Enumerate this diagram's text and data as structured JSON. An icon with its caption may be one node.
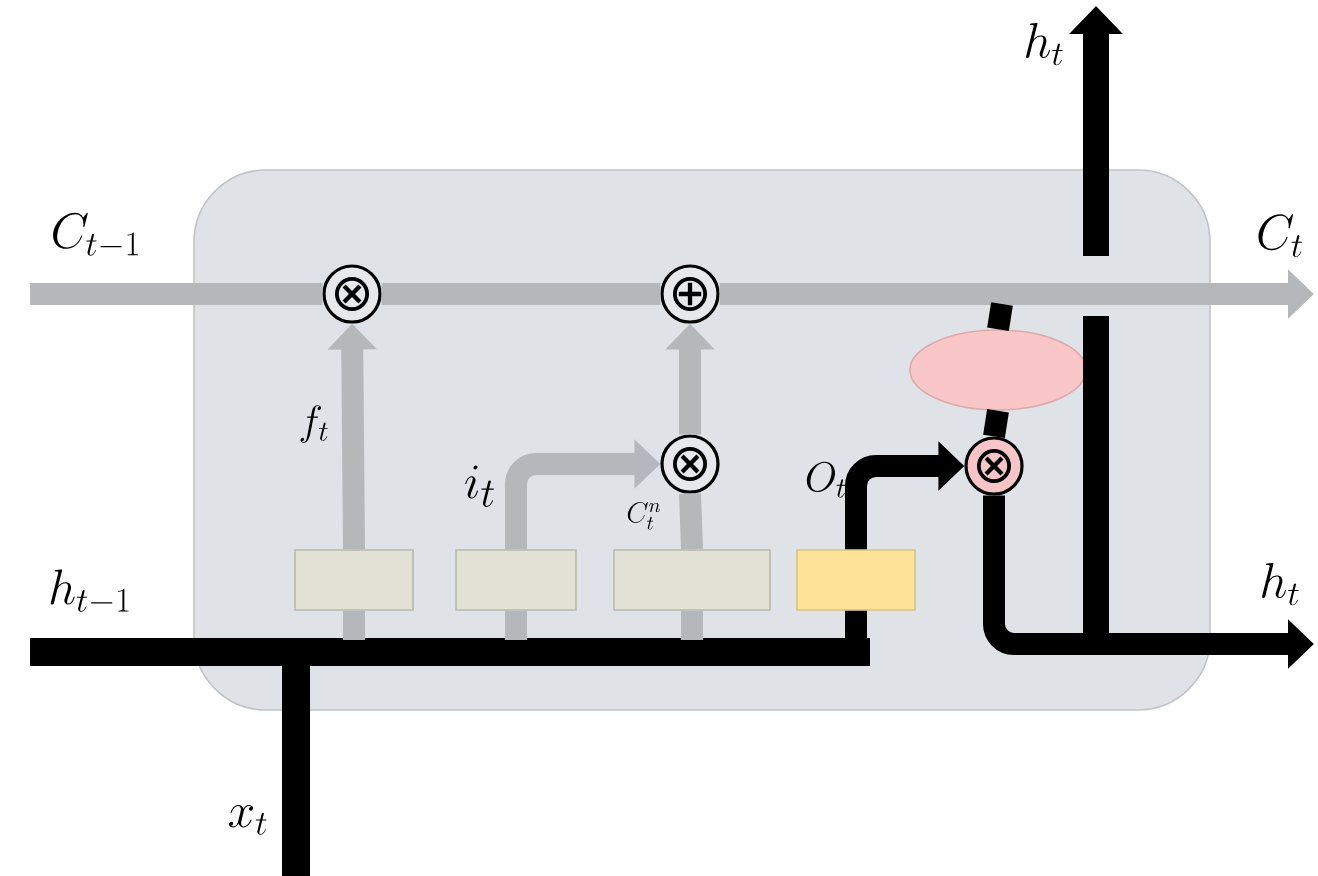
{
  "diagram": {
    "nodes": [
      {
        "text": [],
        "shape": "box"
      },
      {
        "text": [
          "⊗"
        ],
        "in": 0
      },
      {
        "text": [
          "⊕"
        ],
        "in": 0
      },
      {
        "text": [
          "⊗"
        ],
        "in": 0
      },
      {
        "text": [
          "⊗"
        ],
        "in": 0
      },
      {
        "text": [],
        "shape": "box",
        "in": 0
      },
      {
        "text": [],
        "shape": "box",
        "in": 0
      },
      {
        "text": [],
        "shape": "box",
        "in": 0
      },
      {
        "text": [],
        "shape": "box",
        "in": 0
      },
      {
        "text": [],
        "shape": "ellipse",
        "in": 0
      }
    ],
    "edges": [
      {
        "from": null,
        "to": 1,
        "arrow": "none",
        "label": "C_{t-1}"
      },
      {
        "from": 1,
        "to": 2,
        "arrow": "none"
      },
      {
        "from": 2,
        "to": null,
        "arrow": "to",
        "label": "C_t"
      },
      {
        "from": 5,
        "to": 1,
        "arrow": "to",
        "label": "f_t"
      },
      {
        "from": 6,
        "to": 3,
        "arrow": "to",
        "label": "i_t"
      },
      {
        "from": 7,
        "to": 3,
        "arrow": "none",
        "label": "C_t^n"
      },
      {
        "from": 3,
        "to": 2,
        "arrow": "to"
      },
      {
        "from": 8,
        "to": 4,
        "arrow": "to",
        "label": "O_t",
        "color": "#000000"
      },
      {
        "from": null,
        "to": 9,
        "arrow": "none",
        "color": "#000000"
      },
      {
        "from": 9,
        "to": 4,
        "arrow": "none",
        "color": "#000000"
      },
      {
        "from": 4,
        "to": null,
        "arrow": "to",
        "label": "h_t",
        "color": "#000000"
      },
      {
        "from": null,
        "to": 5,
        "arrow": "none"
      },
      {
        "from": null,
        "to": 6,
        "arrow": "none"
      },
      {
        "from": null,
        "to": 7,
        "arrow": "none"
      },
      {
        "from": null,
        "to": 8,
        "arrow": "none",
        "color": "#000000"
      }
    ],
    "labels": [
      "h_t",
      "h_{t-1}",
      "x_t"
    ]
  }
}
